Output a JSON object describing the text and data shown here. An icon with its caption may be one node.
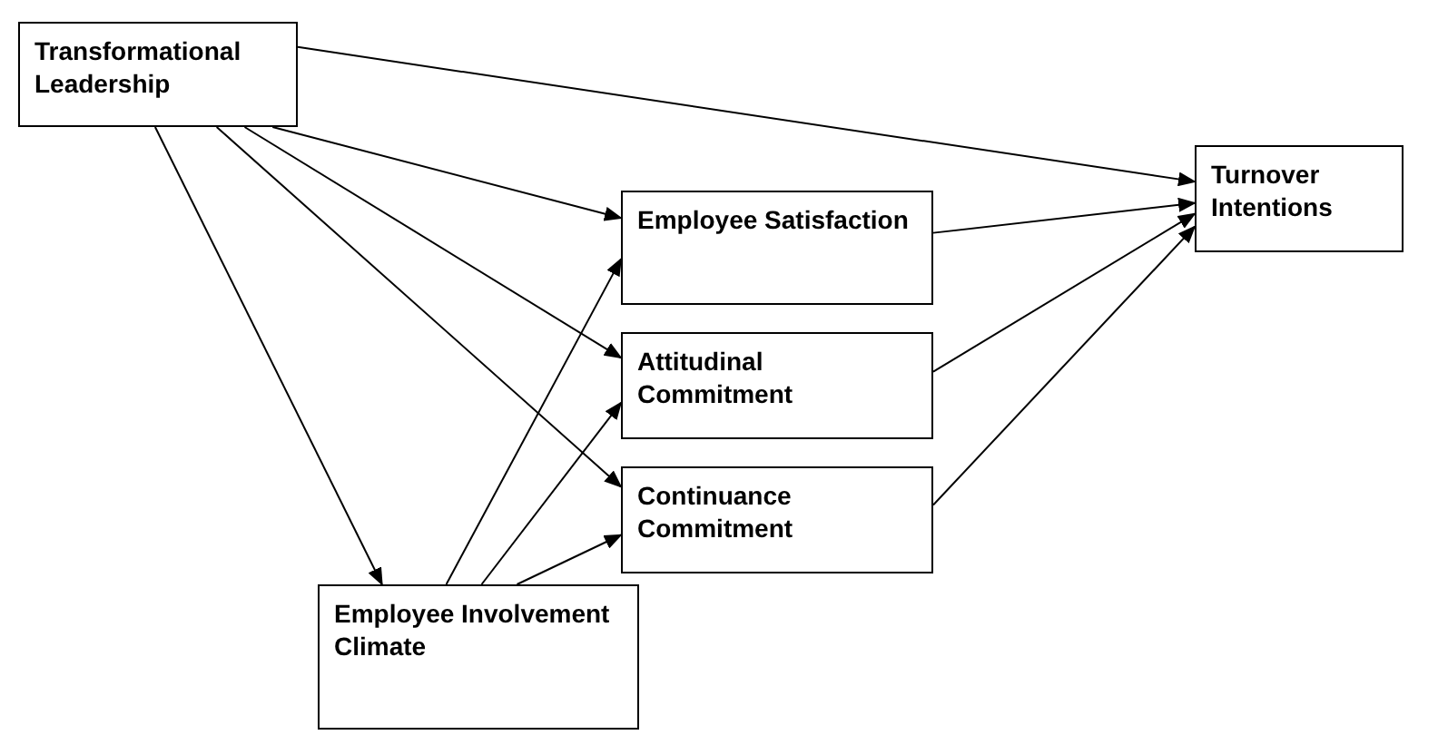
{
  "diagram": {
    "nodes": [
      {
        "text": [
          "Transformational Leadership"
        ]
      },
      {
        "text": [
          "Employee Satisfaction"
        ]
      },
      {
        "text": [
          "Attitudinal Commitment"
        ]
      },
      {
        "text": [
          "Continuance Commitment"
        ]
      },
      {
        "text": [
          "Turnover Intentions"
        ]
      },
      {
        "text": [
          "Employee Involvement Climate"
        ]
      }
    ],
    "edges": [
      {
        "from": 0,
        "to": 4,
        "arrow": "to"
      },
      {
        "from": 0,
        "to": 1,
        "arrow": "to"
      },
      {
        "from": 0,
        "to": 2,
        "arrow": "to"
      },
      {
        "from": 0,
        "to": 3,
        "arrow": "to"
      },
      {
        "from": 0,
        "to": 5,
        "arrow": "to"
      },
      {
        "from": 5,
        "to": 1,
        "arrow": "to"
      },
      {
        "from": 5,
        "to": 2,
        "arrow": "to"
      },
      {
        "from": 5,
        "to": 3,
        "arrow": "to"
      },
      {
        "from": 1,
        "to": 4,
        "arrow": "to"
      },
      {
        "from": 2,
        "to": 4,
        "arrow": "to"
      },
      {
        "from": 3,
        "to": 4,
        "arrow": "to"
      }
    ]
  }
}
